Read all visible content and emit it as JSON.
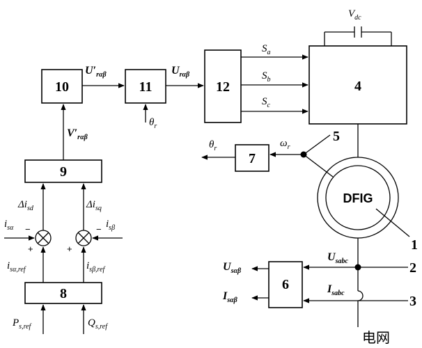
{
  "blocks": {
    "b1": "1",
    "b2": "2",
    "b3": "3",
    "b4": "4",
    "b5": "5",
    "b6": "6",
    "b7": "7",
    "b8": "8",
    "b9": "9",
    "b10": "10",
    "b11": "11",
    "b12": "12"
  },
  "machine": "DFIG",
  "grid": "电网",
  "signs": {
    "minus": "−",
    "plus": "+"
  },
  "signals": {
    "u_prime": {
      "base": "U′",
      "sub": "rαβ"
    },
    "u_ra": {
      "base": "U",
      "sub": "rαβ"
    },
    "v_prime": {
      "base": "V′",
      "sub": "rαβ"
    },
    "theta_r": {
      "base": "θ",
      "sub": "r"
    },
    "theta_r_out": {
      "base": "θ",
      "sub": "r"
    },
    "omega_r": {
      "base": "ω",
      "sub": "r"
    },
    "sa": {
      "base": "S",
      "sub": "a"
    },
    "sb": {
      "base": "S",
      "sub": "b"
    },
    "sc": {
      "base": "S",
      "sub": "c"
    },
    "vdc": {
      "base": "V",
      "sub": "dc"
    },
    "delta_isd": {
      "base": "Δi",
      "sub": "sd"
    },
    "delta_isq": {
      "base": "Δi",
      "sub": "sq"
    },
    "isa": {
      "base": "i",
      "sub": "sα"
    },
    "isb": {
      "base": "i",
      "sub": "sβ"
    },
    "isa_ref": {
      "base": "i",
      "sub": "sα,ref"
    },
    "isb_ref": {
      "base": "i",
      "sub": "sβ,ref"
    },
    "ps_ref": {
      "base": "P",
      "sub": "s,ref"
    },
    "qs_ref": {
      "base": "Q",
      "sub": "s,ref"
    },
    "usabc": {
      "base": "U",
      "sub": "sabc"
    },
    "isabc": {
      "base": "I",
      "sub": "sabc"
    },
    "usab": {
      "base": "U",
      "sub": "sαβ"
    },
    "isab": {
      "base": "I",
      "sub": "sαβ"
    }
  }
}
